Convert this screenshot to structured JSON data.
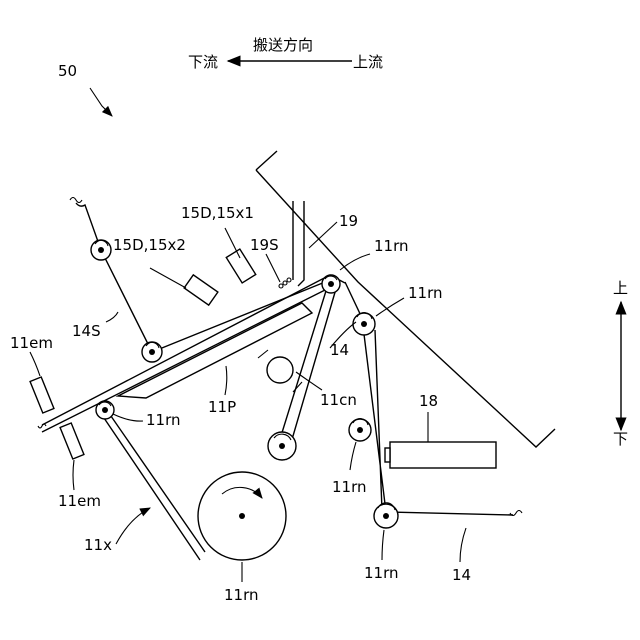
{
  "figure_number": "50",
  "direction": {
    "label": "搬送方向",
    "downstream": "下流",
    "upstream": "上流"
  },
  "vertical_axis": {
    "top": "上",
    "bottom": "下"
  },
  "labels": {
    "printhead_d2": "15D,15x2",
    "printhead_d1": "15D,15x1",
    "unit_19": "19",
    "unit_19s": "19S",
    "roller_rn_top": "11rn",
    "roller_rn_right": "11rn",
    "belt_14_mid": "14",
    "belt_14_bottom": "14",
    "sheet_14s": "14S",
    "emitter_top": "11em",
    "emitter_bottom": "11em",
    "roller_rn_left": "11rn",
    "platen": "11P",
    "roller_cn": "11cn",
    "unit_18": "18",
    "roller_rn_mid": "11rn",
    "roller_rn_low": "11rn",
    "roller_rn_big": "11rn",
    "assembly": "11x"
  }
}
